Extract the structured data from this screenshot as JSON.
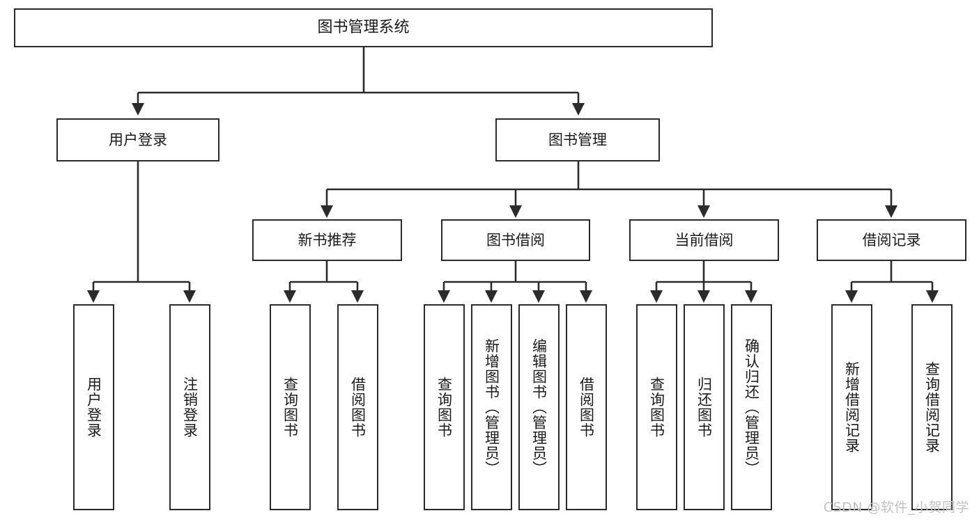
{
  "diagram": {
    "title": "图书管理系统",
    "type": "tree-hierarchy-chart",
    "root": {
      "label": "图书管理系统"
    },
    "level1": [
      {
        "label": "用户登录"
      },
      {
        "label": "图书管理"
      }
    ],
    "level2": [
      {
        "label": "新书推荐"
      },
      {
        "label": "图书借阅"
      },
      {
        "label": "当前借阅"
      },
      {
        "label": "借阅记录"
      }
    ],
    "leaves": {
      "user_login": [
        {
          "label": "用户登录"
        },
        {
          "label": "注销登录"
        }
      ],
      "new_book_recommend": [
        {
          "label": "查询图书"
        },
        {
          "label": "借阅图书"
        }
      ],
      "book_borrow": [
        {
          "label": "查询图书"
        },
        {
          "label": "新增图书（管理员）"
        },
        {
          "label": "编辑图书（管理员）"
        },
        {
          "label": "借阅图书"
        }
      ],
      "current_borrow": [
        {
          "label": "查询图书"
        },
        {
          "label": "归还图书"
        },
        {
          "label": "确认归还（管理员）"
        }
      ],
      "borrow_record": [
        {
          "label": "新增借阅记录"
        },
        {
          "label": "查询借阅记录"
        }
      ]
    }
  },
  "watermark": {
    "text": "CSDN @软件_小贺同学"
  },
  "colors": {
    "box_border": "#2b2b2b",
    "box_fill": "#ffffff",
    "text": "#1a1a1a",
    "connector": "#2b2b2b",
    "watermark": "#c2c2c2",
    "background": "#ffffff"
  }
}
